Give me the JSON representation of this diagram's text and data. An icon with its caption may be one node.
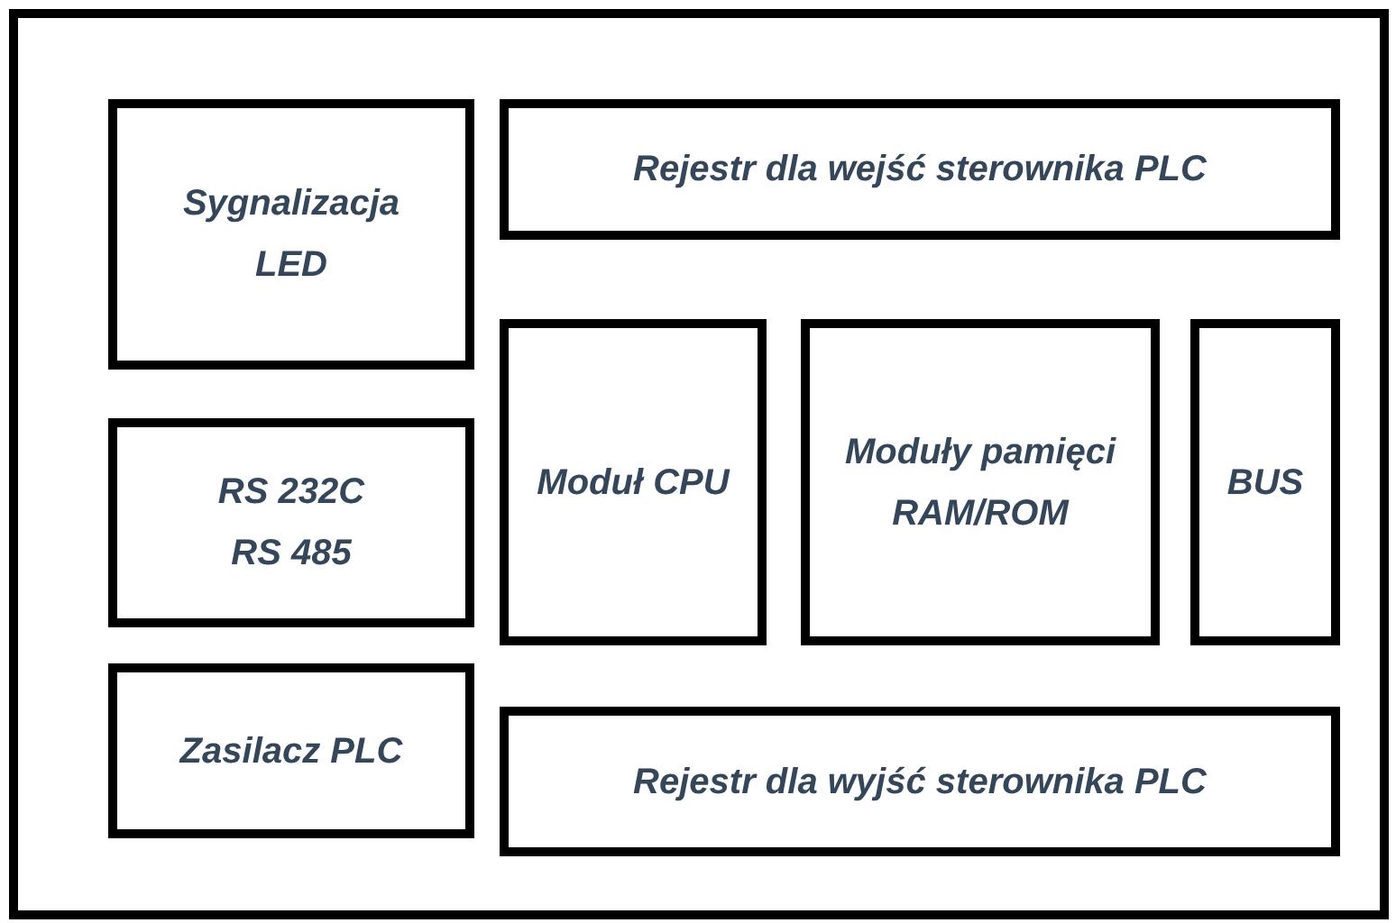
{
  "diagram": {
    "nodes": [
      {
        "text": [],
        "shape": "box"
      },
      {
        "text": [
          "Sygnalizacja LED"
        ],
        "in": 0
      },
      {
        "text": [
          "Rejestr dla wejść sterownika PLC"
        ],
        "in": 0
      },
      {
        "text": [
          "RS 232C",
          "RS 485"
        ],
        "in": 0
      },
      {
        "text": [
          "Moduł CPU"
        ],
        "in": 0
      },
      {
        "text": [
          "Moduły pamięci RAM/ROM"
        ],
        "in": 0
      },
      {
        "text": [
          "BUS"
        ],
        "in": 0
      },
      {
        "text": [
          "Zasilacz PLC"
        ],
        "in": 0
      },
      {
        "text": [
          "Rejestr dla wyjść sterownika PLC"
        ],
        "in": 0
      }
    ],
    "edges": []
  }
}
